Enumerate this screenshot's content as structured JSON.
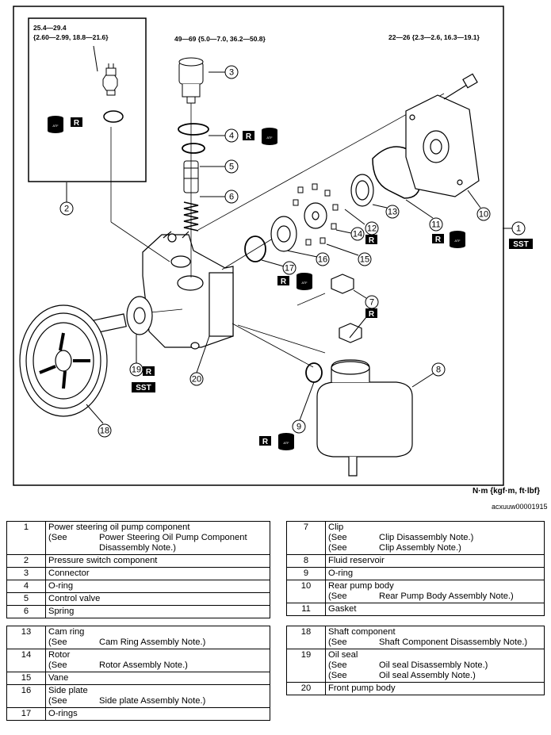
{
  "diagram": {
    "torques": {
      "pressure_switch": {
        "line1": "25.4—29.4",
        "line2": "{2.60—2.99, 18.8—21.6}"
      },
      "connector": "49—69 {5.0—7.0, 36.2—50.8}",
      "bolt": "22—26 {2.3—2.6, 16.3—19.1}"
    },
    "badges": {
      "r": "R",
      "atf": "ATF",
      "sst": "SST"
    },
    "callouts": [
      "1",
      "2",
      "3",
      "4",
      "5",
      "6",
      "7",
      "8",
      "9",
      "10",
      "11",
      "12",
      "13",
      "14",
      "15",
      "16",
      "17",
      "18",
      "19",
      "20"
    ],
    "units_label": "N·m {kgf·m, ft·lbf}",
    "figure_code": "acxuuw00001915"
  },
  "parts_table": {
    "top_left": [
      {
        "num": "1",
        "name": "Power steering oil pump component",
        "notes": [
          {
            "a": "(See",
            "b": "Power Steering Oil Pump Component Disassembly Note.)"
          }
        ]
      },
      {
        "num": "2",
        "name": "Pressure switch component",
        "notes": []
      },
      {
        "num": "3",
        "name": "Connector",
        "notes": []
      },
      {
        "num": "4",
        "name": "O-ring",
        "notes": []
      },
      {
        "num": "5",
        "name": "Control valve",
        "notes": []
      },
      {
        "num": "6",
        "name": "Spring",
        "notes": []
      }
    ],
    "top_right": [
      {
        "num": "7",
        "name": "Clip",
        "notes": [
          {
            "a": "(See",
            "b": "Clip Disassembly Note.)"
          },
          {
            "a": "(See",
            "b": "Clip Assembly Note.)"
          }
        ]
      },
      {
        "num": "8",
        "name": "Fluid reservoir",
        "notes": []
      },
      {
        "num": "9",
        "name": "O-ring",
        "notes": []
      },
      {
        "num": "10",
        "name": "Rear pump body",
        "notes": [
          {
            "a": "(See",
            "b": "Rear Pump Body Assembly Note.)"
          }
        ]
      },
      {
        "num": "11",
        "name": "Gasket",
        "notes": []
      }
    ],
    "bottom_left": [
      {
        "num": "13",
        "name": "Cam ring",
        "notes": [
          {
            "a": "(See",
            "b": "Cam Ring Assembly Note.)"
          }
        ]
      },
      {
        "num": "14",
        "name": "Rotor",
        "notes": [
          {
            "a": "(See",
            "b": "Rotor Assembly Note.)"
          }
        ]
      },
      {
        "num": "15",
        "name": "Vane",
        "notes": []
      },
      {
        "num": "16",
        "name": "Side plate",
        "notes": [
          {
            "a": "(See",
            "b": "Side plate Assembly Note.)"
          }
        ]
      },
      {
        "num": "17",
        "name": "O-rings",
        "notes": []
      }
    ],
    "bottom_right": [
      {
        "num": "18",
        "name": "Shaft component",
        "notes": [
          {
            "a": "(See",
            "b": "Shaft Component Disassembly Note.)"
          }
        ]
      },
      {
        "num": "19",
        "name": "Oil seal",
        "notes": [
          {
            "a": "(See",
            "b": "Oil seal Disassembly Note.)"
          },
          {
            "a": "(See",
            "b": "Oil seal Assembly Note.)"
          }
        ]
      },
      {
        "num": "20",
        "name": "Front pump body",
        "notes": []
      }
    ]
  }
}
